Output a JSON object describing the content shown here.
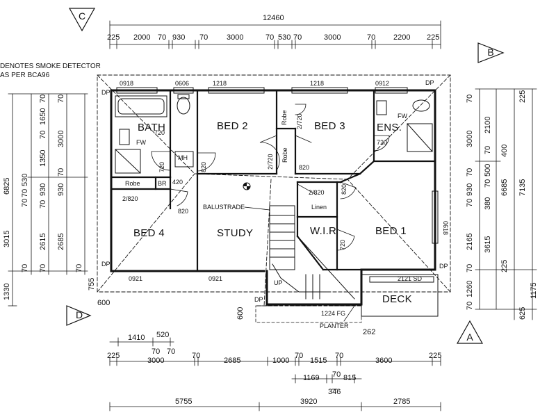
{
  "title_note": {
    "line1": "DENOTES SMOKE DETECTOR",
    "line2": "AS PER BCA96"
  },
  "grid": {
    "c": "C",
    "b": "B",
    "d": "D",
    "a": "A"
  },
  "rooms": {
    "bath": "BATH",
    "bed2": "BED 2",
    "bed3": "BED 3",
    "ens": "ENS.",
    "bed4": "BED 4",
    "study": "STUDY",
    "wir": "W.I.R",
    "bed1": "BED 1",
    "deck": "DECK"
  },
  "labels": {
    "robe_a": "Robe",
    "robe_b": "Robe",
    "robe_c": "Robe",
    "br": "BR",
    "mh": "MH",
    "fw_a": "FW",
    "fw_b": "FW",
    "linen": "Linen",
    "balustrade": "BALUSTRADE",
    "up": "UP",
    "planter": "PLANTER",
    "sd": "2121 SD",
    "fg": "1224 FG",
    "dp1": "DP",
    "dp2": "DP",
    "dp3": "DP",
    "dp4": "DP",
    "dp5": "DP"
  },
  "windows": {
    "w0918": "0918",
    "w0606": "0606",
    "w1218a": "1218",
    "w1218b": "1218",
    "w0912": "0912",
    "w0921a": "0921",
    "w0921b": "0921",
    "w0618": "0618"
  },
  "doors": {
    "d720_bath": "720",
    "d720_bath2": "720",
    "d820_bed2": "820",
    "d2720_bed2": "2/720",
    "d2720_bed3": "2/720",
    "d820_bed3": "820",
    "d720_ens": "720",
    "d420": "420",
    "d2820_robe": "2/820",
    "d820_bed4": "820",
    "d2820_linen": "2/820",
    "d820_bed1": "820",
    "d720_wir": "720"
  },
  "dims_top": {
    "overall": "12460",
    "seg": [
      "225",
      "2000",
      "70",
      "930",
      "70",
      "3000",
      "70",
      "530",
      "70",
      "3000",
      "70",
      "2200",
      "225"
    ]
  },
  "dims_bottom": {
    "row1": [
      "1410",
      "520"
    ],
    "row2a": [
      "70",
      "70"
    ],
    "row2": [
      "225",
      "3000",
      "70",
      "2685",
      "1000",
      "70",
      "1515",
      "70",
      "3600",
      "225"
    ],
    "row3": [
      "1169",
      "70",
      "815"
    ],
    "row3b": "346",
    "row4": [
      "5755",
      "3920",
      "2785"
    ],
    "deck_262": "262",
    "deck_600": "600",
    "left_600": "600",
    "left_755": "755"
  },
  "dims_left": {
    "outer": [
      "6825",
      "3015",
      "1330"
    ],
    "mid": [
      "530",
      "70",
      "70",
      "70",
      "2615",
      "70"
    ],
    "mid2": [
      "1650",
      "70",
      "1350",
      "930",
      "70",
      "70"
    ],
    "inner": [
      "70",
      "3000",
      "70",
      "930",
      "2685",
      "70"
    ]
  },
  "dims_right": {
    "a": [
      "70",
      "3000",
      "70",
      "930",
      "70",
      "2165",
      "70",
      "1260",
      "70"
    ],
    "b": [
      "2100",
      "70",
      "500",
      "70",
      "380",
      "3615",
      "225",
      "625"
    ],
    "c": [
      "400",
      "6685",
      "1175"
    ],
    "d": [
      "225",
      "7135"
    ]
  }
}
